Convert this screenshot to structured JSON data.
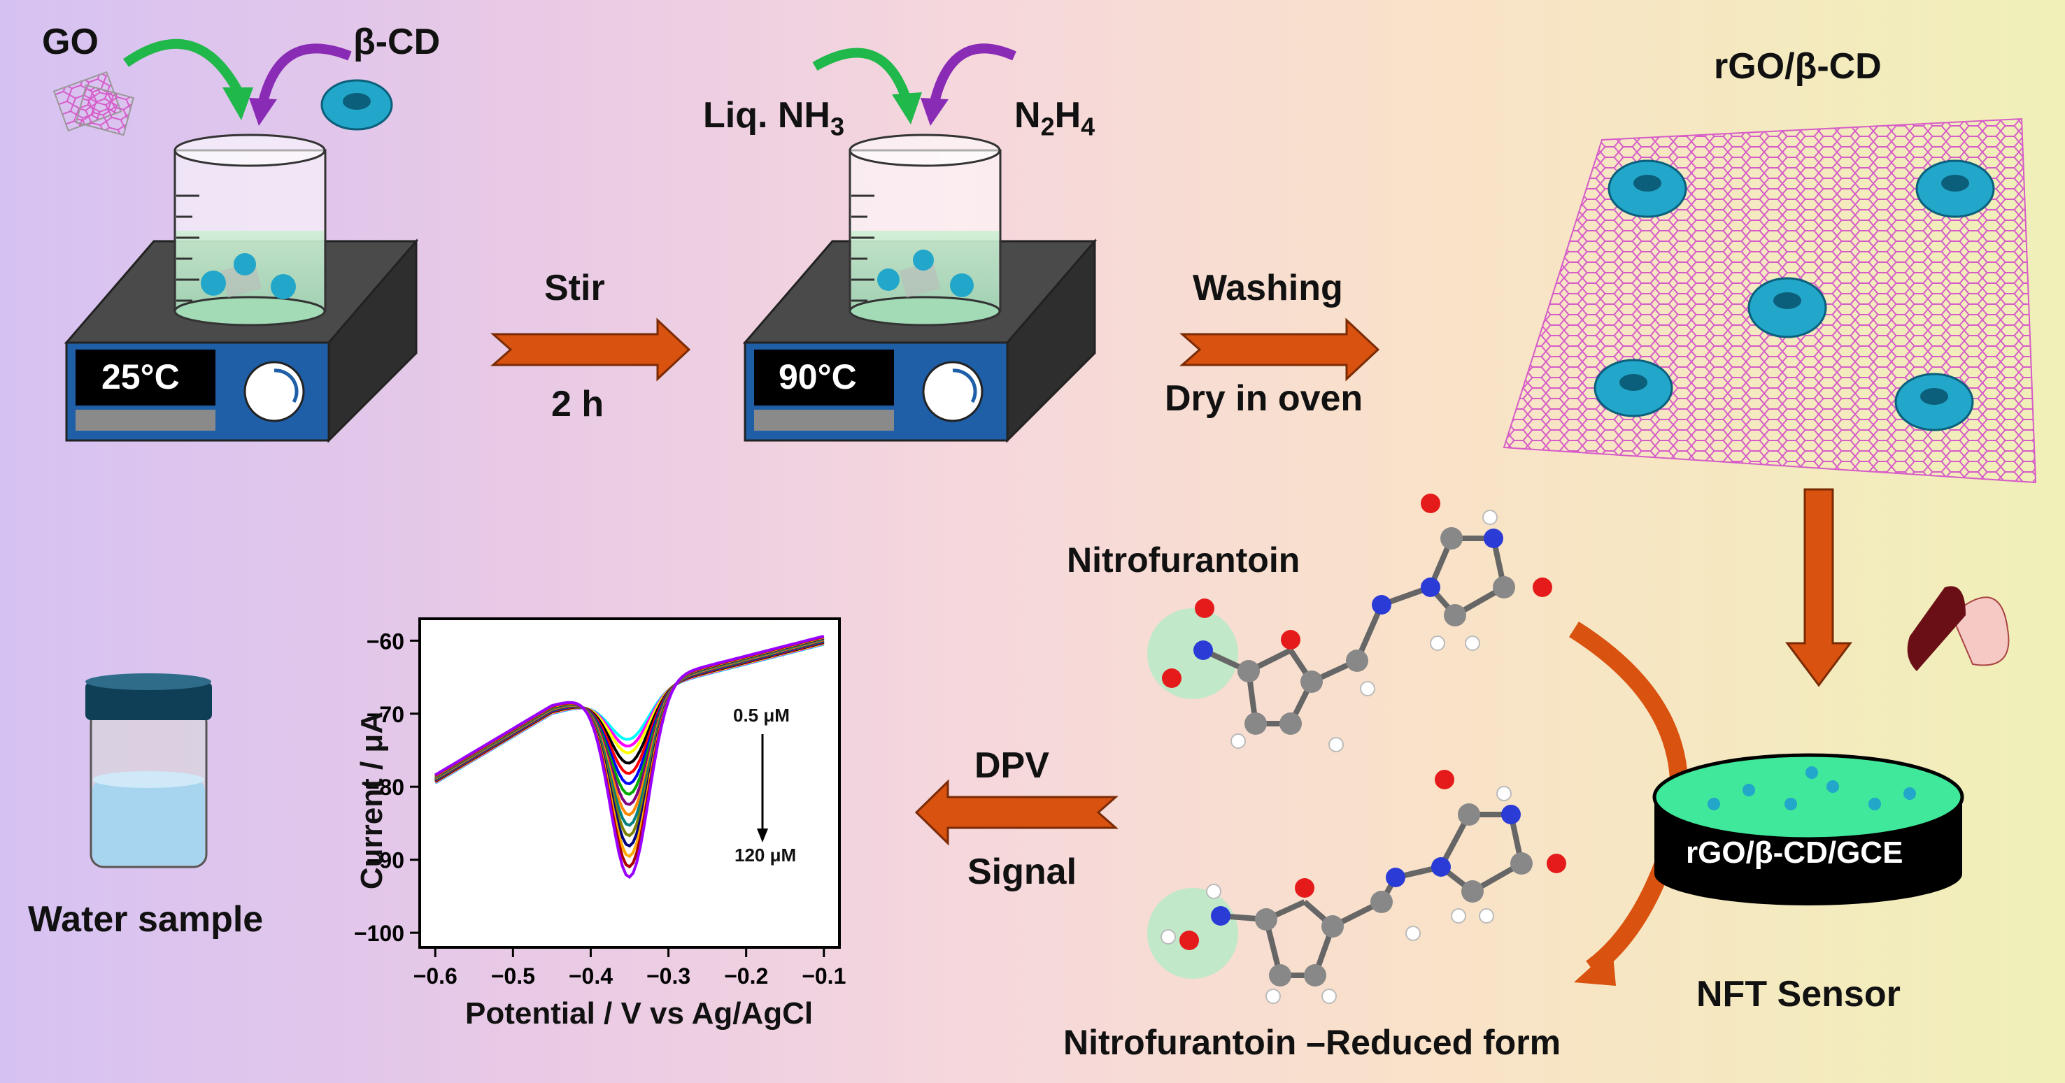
{
  "stage1": {
    "go": "GO",
    "bcd": "β-CD",
    "temp": "25°C"
  },
  "step1": {
    "top": "Stir",
    "bottom": "2 h"
  },
  "stage2": {
    "liq": "Liq. NH",
    "liq_sub": "3",
    "n": "N",
    "n_sub1": "2",
    "h": "H",
    "n_sub2": "4",
    "temp": "90°C"
  },
  "step2": {
    "top": "Washing",
    "bottom": "Dry in oven"
  },
  "product": {
    "title": "rGO/β-CD"
  },
  "sensor": {
    "electrode": "rGO/β-CD/GCE",
    "caption": "NFT Sensor"
  },
  "molecules": {
    "oxidized": "Nitrofurantoin",
    "reduced": "Nitrofurantoin –Reduced form"
  },
  "step3": {
    "top": "DPV",
    "bottom": "Signal"
  },
  "water": {
    "caption": "Water sample"
  },
  "colors": {
    "arrow": "#d9520f",
    "green_arrow": "#20b84a",
    "purple_arrow": "#8a2bb5",
    "graphene": "#e05ad0",
    "cyclodextrin": "#22a6c9",
    "plate_blue": "#1e5fa8"
  },
  "chart_data": {
    "type": "line",
    "xlabel": "Potential / V vs Ag/AgCl",
    "ylabel": "Current / μA",
    "xlim": [
      -0.62,
      -0.08
    ],
    "ylim": [
      -102,
      -57
    ],
    "xticks": [
      "−0.6",
      "−0.5",
      "−0.4",
      "−0.3",
      "−0.2",
      "−0.1"
    ],
    "yticks": [
      "−60",
      "−70",
      "−80",
      "−90",
      "−100"
    ],
    "annotation_top": "0.5 μM",
    "annotation_bottom": "120 μM",
    "peak_potential": -0.35,
    "series_peaks": [
      -73.5,
      -74.5,
      -75.5,
      -77,
      -78.5,
      -80,
      -81.5,
      -83,
      -84.5,
      -86,
      -87.5,
      -89,
      -90.5,
      -92,
      -93.5
    ],
    "series_colors": [
      "#00ffff",
      "#ff00ff",
      "#ffff00",
      "#000000",
      "#ff0000",
      "#0000ff",
      "#00aa00",
      "#800080",
      "#ff8800",
      "#008080",
      "#808000",
      "#000080",
      "#ffaa00",
      "#aa0000",
      "#9900ff"
    ]
  }
}
